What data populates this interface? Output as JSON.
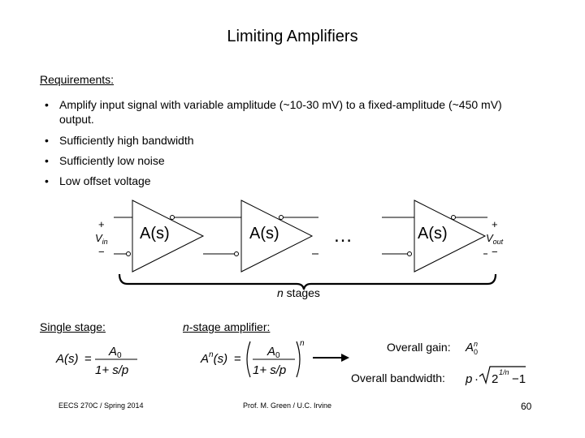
{
  "title": "Limiting Amplifiers",
  "requirements_heading": "Requirements:",
  "bullets": [
    "Amplify input signal with variable amplitude (~10-30 mV) to a fixed-amplitude (~450 mV) output.",
    "Sufficiently high bandwidth",
    "Sufficiently low noise",
    "Low offset voltage"
  ],
  "diagram": {
    "amp_label": "A(s)",
    "plus": "+",
    "minus": "−",
    "vin_main": "V",
    "vin_sub": "in",
    "vout_main": "V",
    "vout_sub": "out",
    "ellipsis": "…",
    "stages_var": "n",
    "stages_text": " stages"
  },
  "single_stage_label": "Single stage:",
  "n_stage_label_var": "n",
  "n_stage_label_rest": "-stage amplifier:",
  "overall_gain_label": "Overall gain:",
  "overall_bandwidth_label": "Overall bandwidth:",
  "formulas": {
    "single": {
      "lhs": "A(s)",
      "num": "A",
      "num_sub": "0",
      "den": "1+ s/p"
    },
    "nstage": {
      "lhs_a": "A",
      "lhs_exp": "n",
      "lhs_rest": "(s)",
      "num": "A",
      "num_sub": "0",
      "den": "1+ s/p",
      "exp": "n"
    },
    "gain": {
      "base": "A",
      "sub": "0",
      "exp": "n"
    },
    "bandwidth": {
      "p": "p",
      "dot": "·",
      "two": "2",
      "exp": "1/n",
      "minus1": "−1"
    }
  },
  "footer_left": "EECS 270C / Spring 2014",
  "footer_mid": "Prof. M. Green / U.C. Irvine",
  "page_number": "60"
}
